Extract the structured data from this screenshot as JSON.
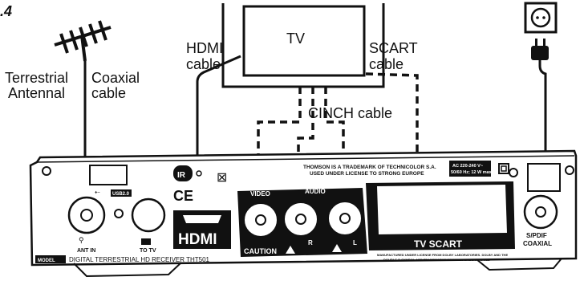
{
  "figure_label": ".4",
  "tv": {
    "label": "TV"
  },
  "cables": {
    "hdmi": [
      "HDMI",
      "cable"
    ],
    "scart": [
      "SCART",
      "cable"
    ],
    "coaxial": [
      "Coaxial",
      "cable"
    ],
    "cinch": "CINCH cable"
  },
  "antenna": {
    "label": [
      "Terrestrial",
      "Antennal"
    ]
  },
  "receiver": {
    "trademark": [
      "THOMSON IS A TRADEMARK OF TECHNICOLOR S.A.",
      "USED UNDER LICENSE TO STRONG EUROPE"
    ],
    "power_rating": [
      "AC 220-240 V~",
      "50/60 Hz; 12 W max."
    ],
    "usb": "USB2.0",
    "ir": "IR",
    "ant_in": "ANT IN",
    "to_tv": "TO TV",
    "hdmi_logo": "HDMI",
    "video": "VIDEO",
    "audio": "AUDIO",
    "audio_r": "R",
    "audio_l": "L",
    "caution": "CAUTION",
    "tv_scart": "TV SCART",
    "dolby": [
      "MANUFACTURED UNDER LICENSE FROM DOLBY LABORATORIES. DOLBY AND THE",
      "DOUBLE-D SYMBOL ARE TRADEMARKS OF DOLBY LABORATORIES"
    ],
    "spdif": [
      "S/PDIF",
      "COAXIAL"
    ],
    "model_tag": "MODEL",
    "model_name": "DIGITAL TERRESTRIAL HD RECEIVER THT501"
  }
}
